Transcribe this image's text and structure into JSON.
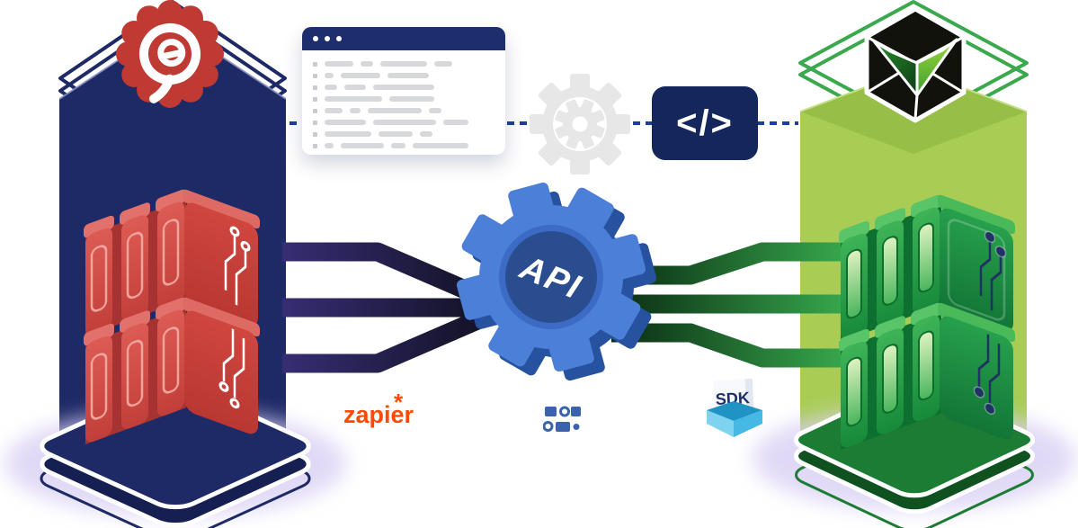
{
  "illustration": {
    "api_label": "API",
    "code_symbol": "</>",
    "zapier_text": "zapier",
    "zapier_mark": "*",
    "sdk_label": "SDK",
    "badge_left_letter": "e",
    "browser": {
      "rows": [
        [
          32,
          14,
          52,
          20
        ],
        [
          10,
          44,
          46
        ],
        [
          14,
          24,
          68
        ],
        [
          64,
          50
        ],
        [
          20,
          12,
          60,
          14
        ],
        [
          46,
          70,
          28
        ],
        [
          52,
          38,
          14
        ],
        [
          10,
          48,
          16,
          62
        ]
      ]
    },
    "icons": {
      "left_badge": "e-letter-rosette",
      "right_badge": "v-cube-hexagon",
      "gear_outline": "gear-outline-icon",
      "code_tag": "code-tag-icon",
      "sdk": "sdk-box-icon",
      "integration": "circuit-plug-icon"
    },
    "colors": {
      "navy": "#1e2a66",
      "navy_dark": "#141e4e",
      "red": "#c8413d",
      "rosette_red": "#bf3a33",
      "green_light": "#a9cc55",
      "green_dark": "#1d7c33",
      "gear_blue": "#4c80d8",
      "zapier_orange": "#ff4a00",
      "dash_blue": "#1d3f9b",
      "glow_lavender": "#d9d0f4"
    }
  }
}
